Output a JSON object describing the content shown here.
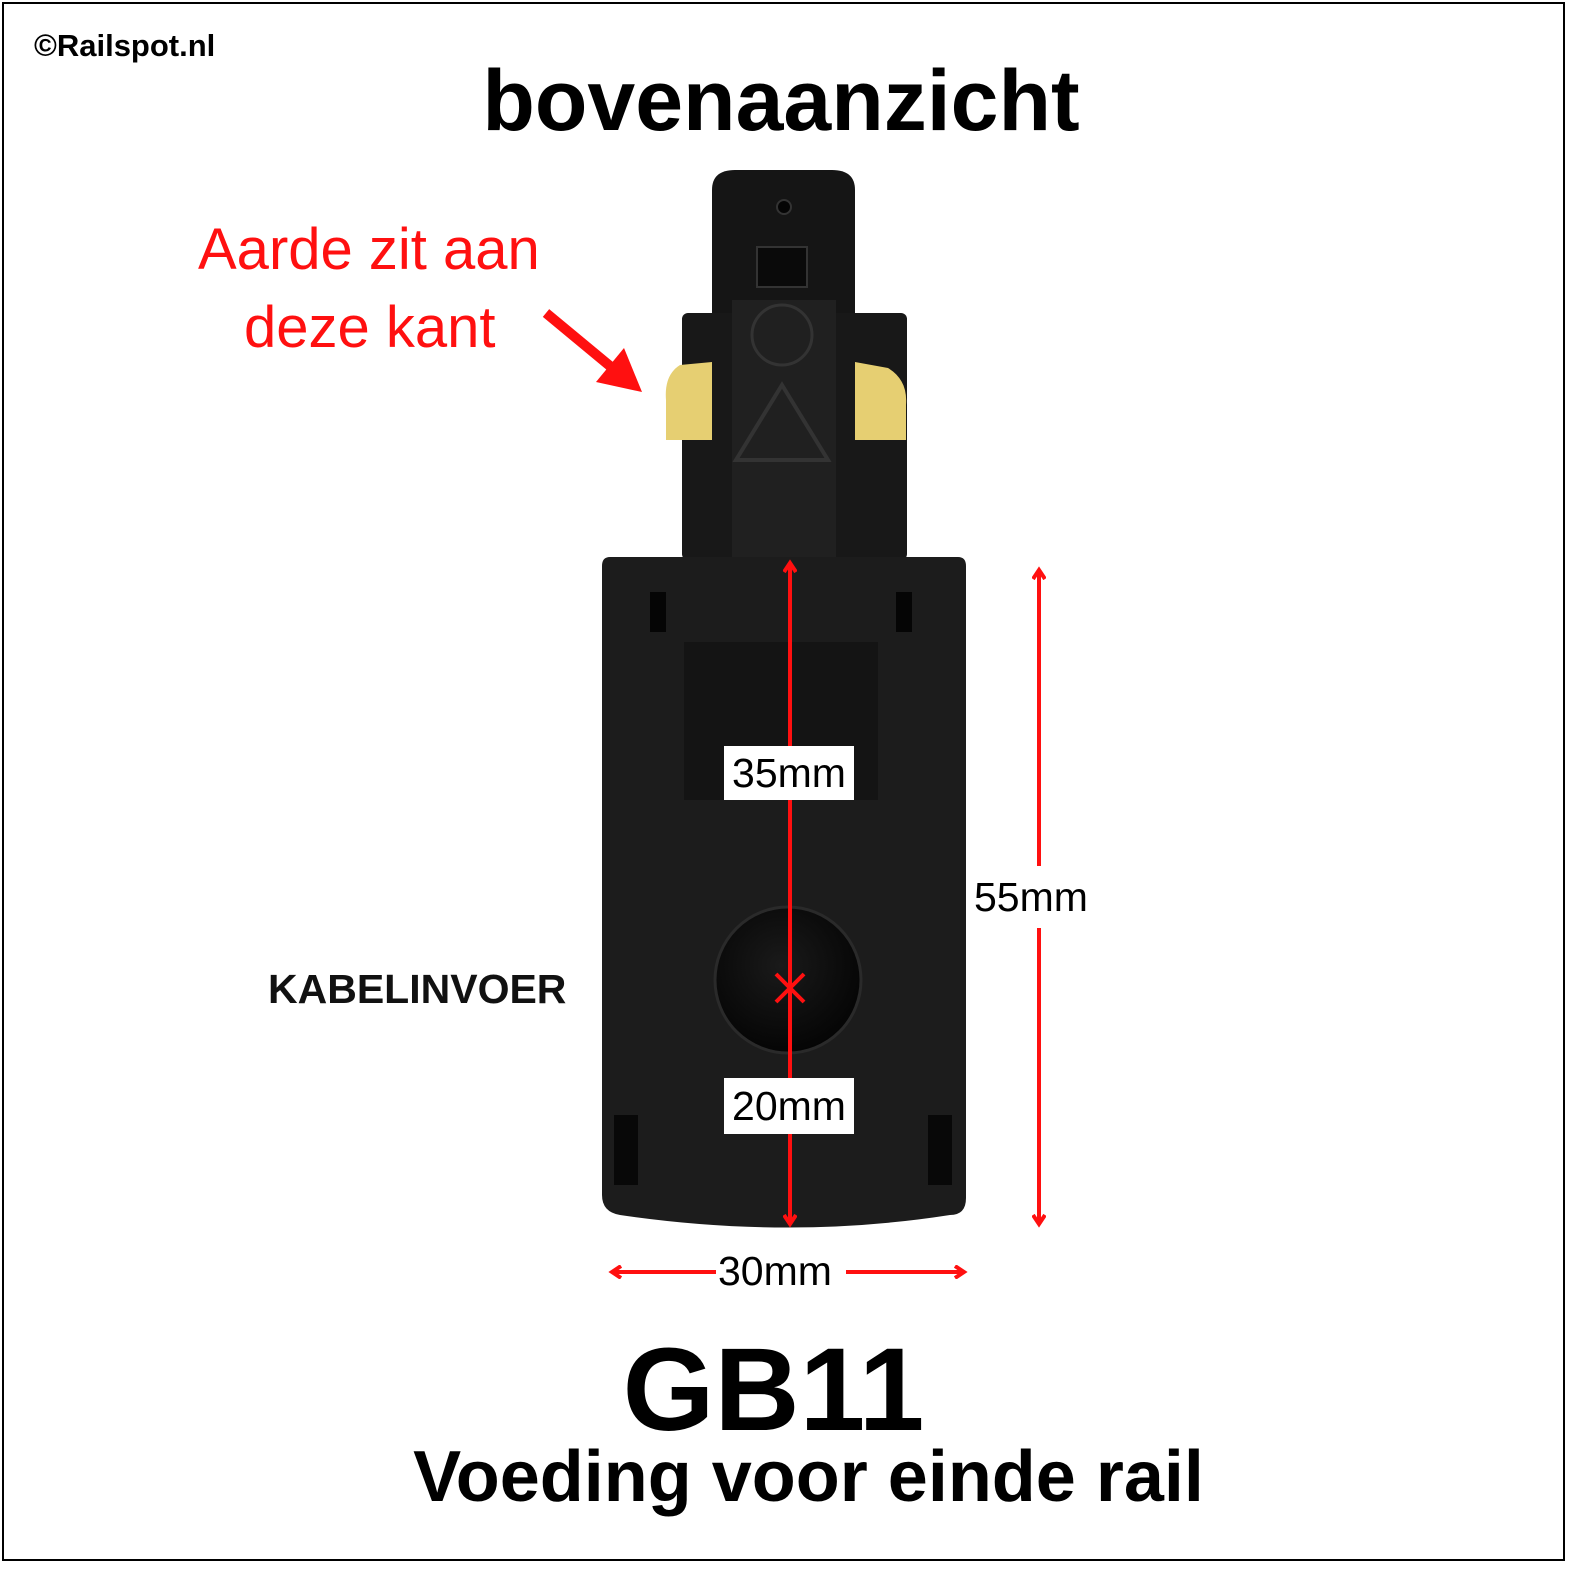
{
  "watermark": "©Railspot.nl",
  "title": "bovenaanzicht",
  "annotation": {
    "line1": "Aarde zit aan",
    "line2": "deze kant",
    "color": "#ff1010"
  },
  "cable_label": "KABELINVOER",
  "dimensions": {
    "inner_top": "35mm",
    "inner_bottom": "20mm",
    "length": "55mm",
    "width": "30mm"
  },
  "model": "GB11",
  "subtitle": "Voeding voor einde rail"
}
